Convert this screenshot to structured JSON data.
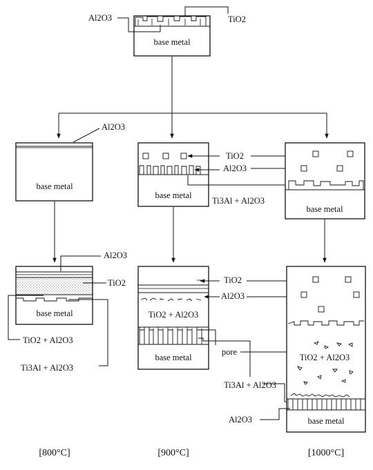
{
  "top": {
    "label_al2o3": "Al2O3",
    "label_tio2": "TiO2",
    "base": "base metal"
  },
  "col800": {
    "base": "base metal",
    "init_al2o3": "Al2O3",
    "l_al2o3": "Al2O3",
    "l_tio2": "TiO2",
    "l_mix": "TiO2 + Al2O3",
    "l_ti3al": "Ti3Al + Al2O3",
    "temp": "[800°C]"
  },
  "col900": {
    "base_mid": "base metal",
    "mid_tio2": "TiO2",
    "mid_al2o3": "Al2O3",
    "mid_ti3al": "Ti3Al + Al2O3",
    "bot_tio2": "TiO2",
    "bot_al2o3": "Al2O3",
    "bot_mix": "TiO2 + Al2O3",
    "bot_pore": "pore",
    "bot_ti3al": "Ti3Al + Al2O3",
    "base_bot": "base metal",
    "temp": "[900°C]"
  },
  "col1000": {
    "base_mid": "base metal",
    "mix": "TiO2 + Al2O3",
    "al2o3": "Al2O3",
    "base_bot": "base metal",
    "temp": "[1000°C]"
  }
}
